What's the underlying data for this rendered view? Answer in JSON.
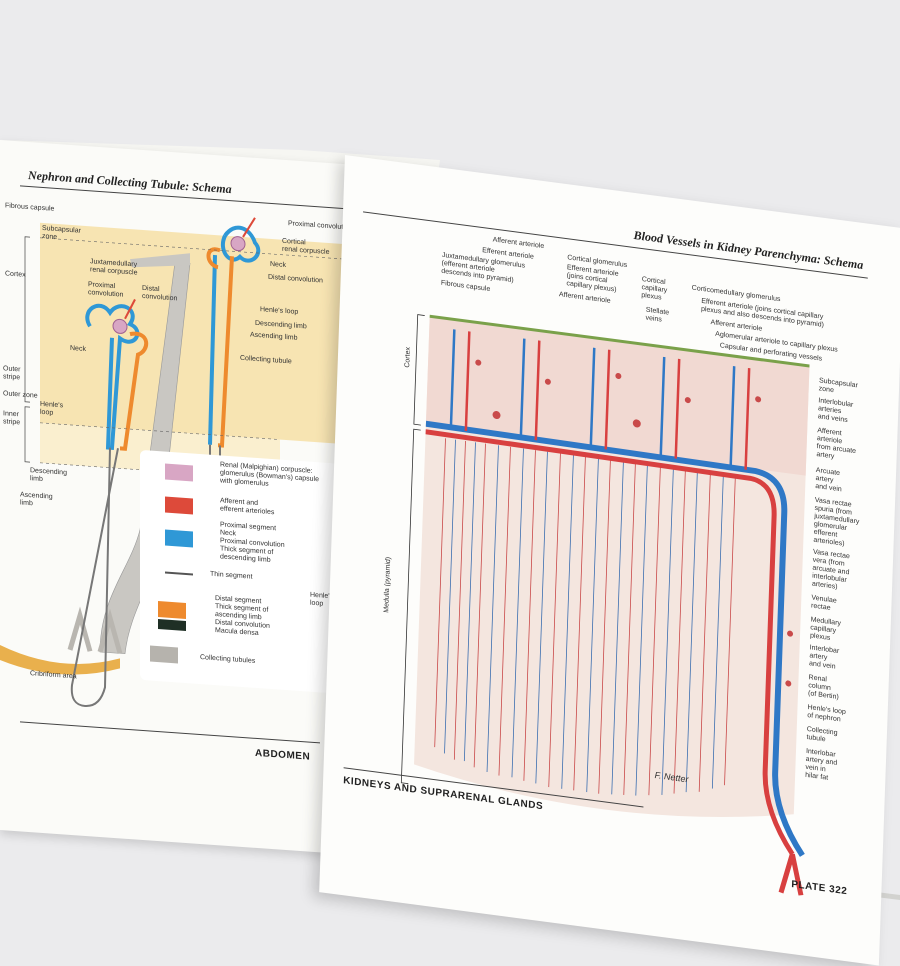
{
  "left_page": {
    "title": "Nephron and Collecting Tubule: Schema",
    "footer": "ABDOMEN",
    "labels": {
      "fibrous_capsule": "Fibrous capsule",
      "subcapsular_zone": "Subcapsular\nzone",
      "cortex": "Cortex",
      "juxtamedullary": "Juxtamedullary\nrenal corpuscle",
      "proximal_conv": "Proximal\nconvolution",
      "distal_conv": "Distal\nconvolution",
      "neck": "Neck",
      "outer_stripe": "Outer\nstripe",
      "outer_zone": "Outer zone",
      "inner_stripe": "Inner\nstripe",
      "henles_loop": "Henle's\nloop",
      "descending_limb": "Descending\nlimb",
      "ascending_limb": "Ascending\nlimb",
      "cribriform_area": "Cribriform area",
      "r_proximal_convolution": "Proximal convolution",
      "r_cortical_corpuscle": "Cortical\nrenal corpuscle",
      "r_neck": "Neck",
      "r_distal_convolution": "Distal convolution",
      "r_henles_loop": "Henle's loop",
      "r_descending_limb": "Descending limb",
      "r_ascending_limb": "Ascending limb",
      "r_collecting_tubule": "Collecting tubule"
    },
    "legend": {
      "items": [
        {
          "color": "#d8a6c4",
          "text": "Renal (Malpighian) corpuscle:\nglomerulus (Bowman's) capsule\nwith glomerulus"
        },
        {
          "color": "#dd4a3a",
          "text": "Afferent and\nefferent arterioles"
        },
        {
          "color": "#2f98d6",
          "text": "Proximal segment\nNeck\nProximal convolution\nThick segment of\ndescending limb"
        },
        {
          "color": "#555555",
          "text": "Thin segment"
        },
        {
          "color": "#ee8a2e",
          "text": "Distal segment\nThick segment of\nascending limb\nDistal convolution\nMacula densa"
        },
        {
          "color": "#b6b3ad",
          "text": "Collecting tubules"
        }
      ],
      "henles_loop_bracket": "Henle's\nloop"
    }
  },
  "right_page": {
    "title": "Blood Vessels in Kidney Parenchyma: Schema",
    "footer_left": "KIDNEYS AND SUPRARENAL GLANDS",
    "footer_right": "PLATE 322",
    "top_labels": [
      "Afferent arteriole",
      "Efferent arteriole",
      "Juxtamedullary glomerulus\n(efferent arteriole\ndescends into pyramid)",
      "Fibrous capsule",
      "Cortical glomerulus",
      "Efferent arteriole\n(joins cortical\ncapillary plexus)",
      "Afferent arteriole",
      "Cortical\ncapillary\nplexus",
      "Stellate\nveins",
      "Corticomedullary glomerulus",
      "Efferent arteriole (joins cortical capillary\nplexus and also descends into pyramid)",
      "Afferent arteriole",
      "Aglomerular arteriole to capillary plexus",
      "Capsular and perforating vessels"
    ],
    "side_labels": [
      "Subcapsular\nzone",
      "Interlobular\narteries\nand veins",
      "Afferent\narteriole\nfrom arcuate\nartery",
      "Arcuate\nartery\nand vein",
      "Vasa rectae\nspuria (from\njuxtamedullary\nglomerular\nefferent\narterioles)",
      "Vasa rectae\nvera (from\narcuate and\ninterlobular\narteries)",
      "Venulae\nrectae",
      "Medullary\ncapillary\nplexus",
      "Interlobar\nartery\nand vein",
      "Renal\ncolumn\n(of Bertin)",
      "Henle's loop\nof nephron",
      "Collecting\ntubule",
      "Interlobar\nartery and\nvein in\nhilar fat"
    ],
    "cortex_label": "Cortex",
    "medulla_label": "Medulla (pyramid)",
    "signature": "F. Netter"
  }
}
